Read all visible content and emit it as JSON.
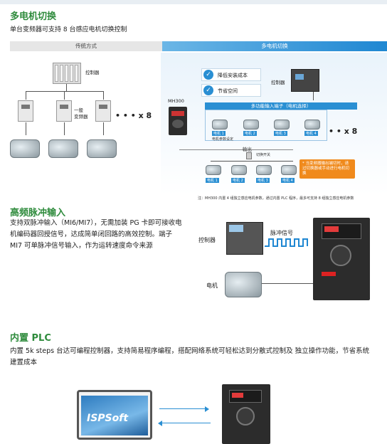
{
  "sections": {
    "multi_motor": {
      "title": "多电机切换",
      "subtitle": "单台变频器可支持 8 台感应电机切换控制",
      "left_header": "传统方式",
      "right_header": "多电机切换",
      "left": {
        "controller": "控制器",
        "inverter": "一般\n变频器",
        "count": "• • • x 8"
      },
      "right": {
        "benefit1": "降低安装成本",
        "benefit2": "节省空间",
        "controller": "控制器",
        "model": "MH300",
        "input_bar": "多功能输入端子（电机选择）",
        "motors": [
          "电机 1",
          "电机 2",
          "电机 3",
          "电机 4"
        ],
        "param_label": "电机参数设定",
        "count": "• • x 8",
        "output": "输出",
        "switch": "切换开关",
        "orange_note": "* 当变频器输出端切时，请过切换器或手动进行电机切换",
        "motor_row": [
          "电机 1",
          "电机 2",
          "电机 3",
          "电机 4"
        ]
      },
      "footnote": "注：MH300 内置 4 组独立感应电机参数，通过内置 PLC 程序，最多可支持 8 组独立感应电机参数"
    },
    "pulse": {
      "title": "高频脉冲输入",
      "body": "支持双脉冲输入（MI6/MI7），无需加装 PG 卡即可接收电机编码器回授信号，达成简单闭回路的高效控制。端子 MI7 可单脉冲信号输入，作为运转速度命令来源",
      "controller": "控制器",
      "signal": "脉冲信号",
      "motor": "电机"
    },
    "plc": {
      "title": "内置 PLC",
      "body": "内置  5k steps 台达可编程控制器，支持简易程序编程，搭配网络系统可轻松达到分散式控制及    独立操作功能，节省系统建置成本",
      "software": "ISPSoft"
    }
  },
  "colors": {
    "heading_green": "#2e8b3c",
    "accent_blue": "#2a8fd3",
    "note_orange": "#f08a1c"
  }
}
